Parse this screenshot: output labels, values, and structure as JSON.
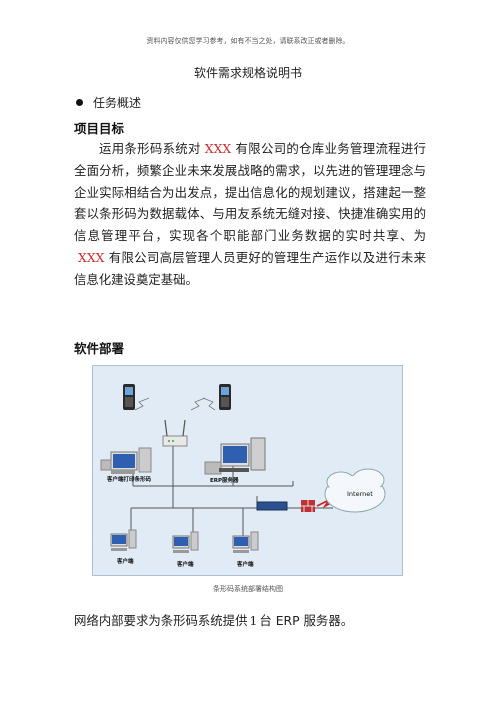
{
  "header_notice": "资料内容仅供您学习参考，如有不当之处，请联系改正或者删除。",
  "doc_title": "软件需求规格说明书",
  "bullet_item": "任务概述",
  "section1": {
    "heading": "项目目标",
    "p1": "运用条形码系统对",
    "company1": "XXX",
    "p2": "有限公司的仓库业务管理流程进行全面分析，频繁企业未来发展战略的需求，以先进的管理理念与企业实际相结合为出发点，提出信息化的规划建议，搭建起一整套以条形码为数据载体、与用友系统无缝对接、快捷准确实用的信息管理平台，实现各个职能部门业务数据的实时共享、为",
    "company2": "XXX",
    "p3": "有限公司高层管理人员更好的管理生产运作以及进行未来信息化建设奠定基础。"
  },
  "section2": {
    "heading": "软件部署",
    "diagram_labels": {
      "client_print": "客户端打印条形码",
      "erp_server": "ERP服务器",
      "internet": "Internet",
      "client1": "客户端",
      "client2": "客户端",
      "client3": "客户端"
    },
    "caption": "条形码系统部署结构图",
    "closing_pre": "网络内部要求为条形码系统提供",
    "closing_num": "1",
    "closing_post": "台 ERP 服务器。"
  }
}
